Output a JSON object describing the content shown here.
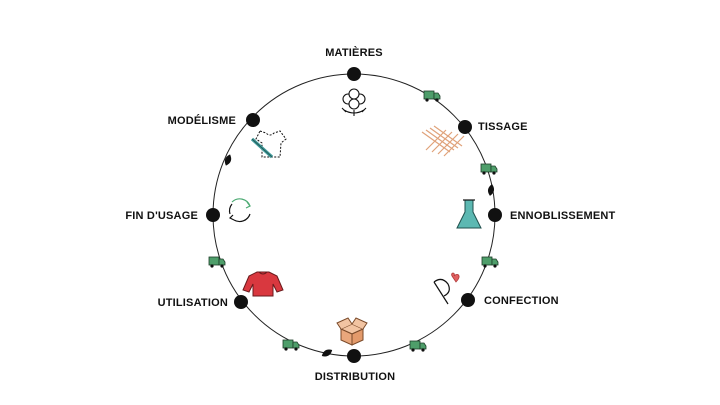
{
  "diagram": {
    "stages": [
      {
        "id": "matieres",
        "label": "MATIÈRES",
        "icon": "cotton-flower-icon"
      },
      {
        "id": "tissage",
        "label": "TISSAGE",
        "icon": "woven-fabric-icon"
      },
      {
        "id": "ennoblissement",
        "label": "ENNOBLISSEMENT",
        "icon": "flask-icon"
      },
      {
        "id": "confection",
        "label": "CONFECTION",
        "icon": "needle-thread-icon"
      },
      {
        "id": "distribution",
        "label": "DISTRIBUTION",
        "icon": "box-icon"
      },
      {
        "id": "utilisation",
        "label": "UTILISATION",
        "icon": "sweater-icon"
      },
      {
        "id": "fin-usage",
        "label": "FIN D'USAGE",
        "icon": "recycle-icon"
      },
      {
        "id": "modelisme",
        "label": "MODÉLISME",
        "icon": "pattern-tshirt-icon"
      }
    ],
    "transport_icon": "truck-icon",
    "leaf_icon": "leaf-icon",
    "colors": {
      "ring": "#222222",
      "node": "#111111",
      "truck": "#4e9e6a",
      "flask": "#5cb8b2",
      "sweater": "#d9383f",
      "box": "#e9a77c",
      "fabric": "#e0a27a",
      "recycle": "#4caa73",
      "pencil": "#3f9a9a",
      "heart": "#e06060"
    }
  }
}
